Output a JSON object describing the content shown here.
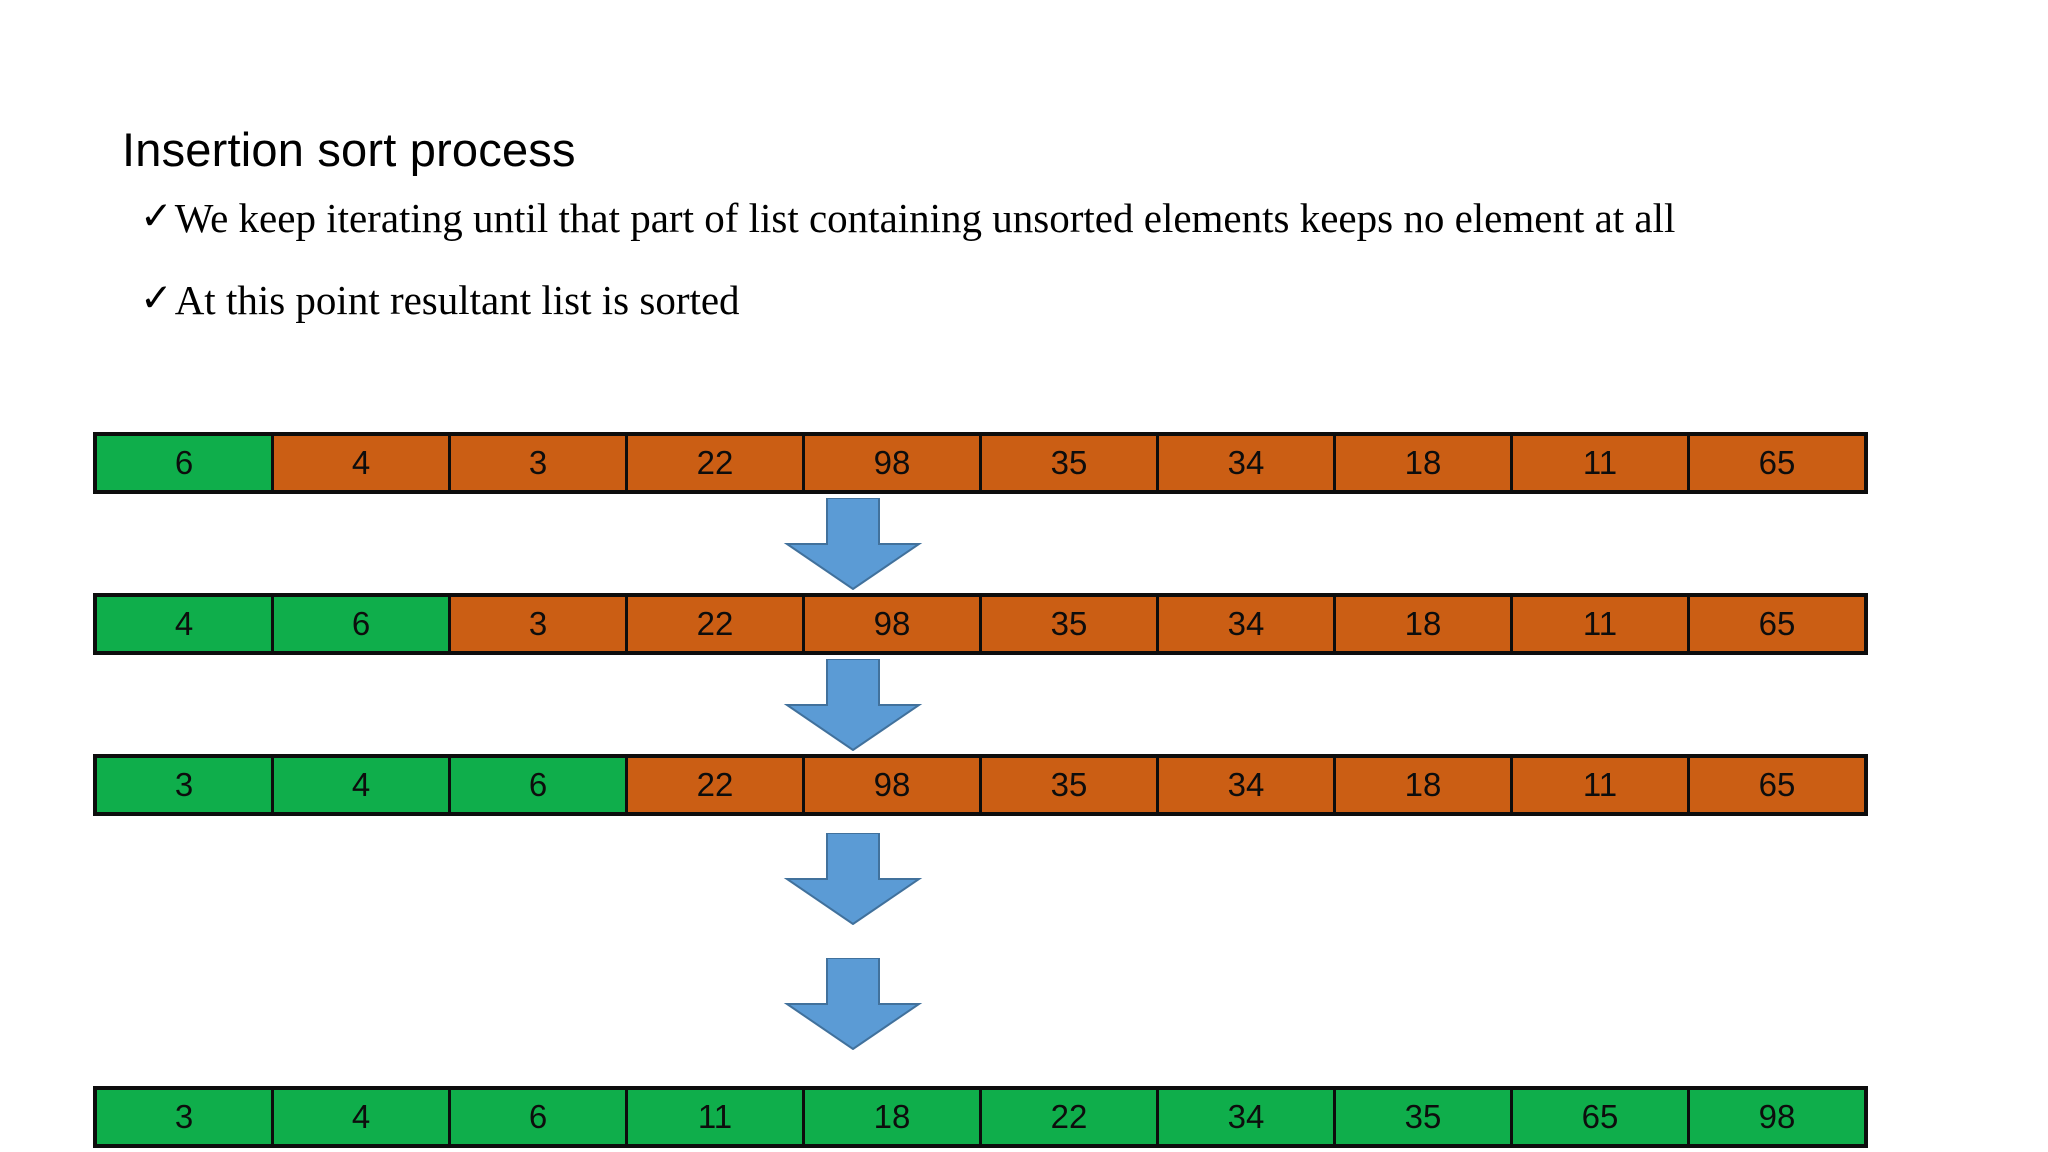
{
  "slide": {
    "title": "Insertion sort process",
    "bullet_marker": "✓",
    "bullets": [
      "We keep iterating until that part of list containing unsorted elements keeps no element at all",
      "At this point resultant list is sorted"
    ]
  },
  "colors": {
    "sorted": "#0FAE4B",
    "unsorted": "#CB5E14",
    "arrow": "#5B9BD5",
    "arrow_stroke": "#41719C",
    "border": "#0D0D0D",
    "text": "#000000",
    "background": "#FFFFFF"
  },
  "diagram": {
    "arrow_icon_name": "down-arrow-icon",
    "arrow_count": 4,
    "rows": [
      {
        "label": "pass-1",
        "cells": [
          {
            "value": "6",
            "state": "sorted"
          },
          {
            "value": "4",
            "state": "unsorted"
          },
          {
            "value": "3",
            "state": "unsorted"
          },
          {
            "value": "22",
            "state": "unsorted"
          },
          {
            "value": "98",
            "state": "unsorted"
          },
          {
            "value": "35",
            "state": "unsorted"
          },
          {
            "value": "34",
            "state": "unsorted"
          },
          {
            "value": "18",
            "state": "unsorted"
          },
          {
            "value": "11",
            "state": "unsorted"
          },
          {
            "value": "65",
            "state": "unsorted"
          }
        ]
      },
      {
        "label": "pass-2",
        "cells": [
          {
            "value": "4",
            "state": "sorted"
          },
          {
            "value": "6",
            "state": "sorted"
          },
          {
            "value": "3",
            "state": "unsorted"
          },
          {
            "value": "22",
            "state": "unsorted"
          },
          {
            "value": "98",
            "state": "unsorted"
          },
          {
            "value": "35",
            "state": "unsorted"
          },
          {
            "value": "34",
            "state": "unsorted"
          },
          {
            "value": "18",
            "state": "unsorted"
          },
          {
            "value": "11",
            "state": "unsorted"
          },
          {
            "value": "65",
            "state": "unsorted"
          }
        ]
      },
      {
        "label": "pass-3",
        "cells": [
          {
            "value": "3",
            "state": "sorted"
          },
          {
            "value": "4",
            "state": "sorted"
          },
          {
            "value": "6",
            "state": "sorted"
          },
          {
            "value": "22",
            "state": "unsorted"
          },
          {
            "value": "98",
            "state": "unsorted"
          },
          {
            "value": "35",
            "state": "unsorted"
          },
          {
            "value": "34",
            "state": "unsorted"
          },
          {
            "value": "18",
            "state": "unsorted"
          },
          {
            "value": "11",
            "state": "unsorted"
          },
          {
            "value": "65",
            "state": "unsorted"
          }
        ]
      },
      {
        "label": "final-sorted",
        "cells": [
          {
            "value": "3",
            "state": "sorted"
          },
          {
            "value": "4",
            "state": "sorted"
          },
          {
            "value": "6",
            "state": "sorted"
          },
          {
            "value": "11",
            "state": "sorted"
          },
          {
            "value": "18",
            "state": "sorted"
          },
          {
            "value": "22",
            "state": "sorted"
          },
          {
            "value": "34",
            "state": "sorted"
          },
          {
            "value": "35",
            "state": "sorted"
          },
          {
            "value": "65",
            "state": "sorted"
          },
          {
            "value": "98",
            "state": "sorted"
          }
        ]
      }
    ]
  }
}
